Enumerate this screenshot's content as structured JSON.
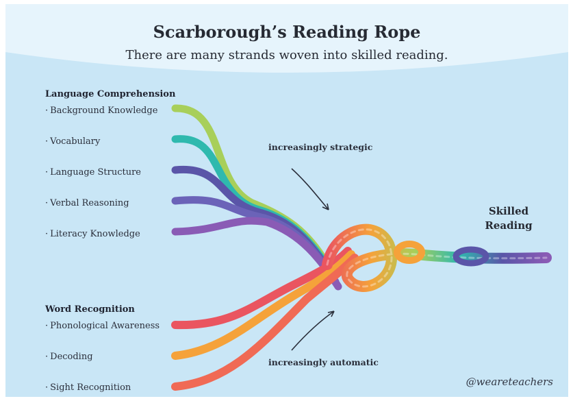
{
  "title": "Scarborough’s Reading Rope",
  "subtitle": "There are many strands woven into skilled reading.",
  "language_comprehension": {
    "heading": "Language Comprehension",
    "items": [
      "Background Knowledge",
      "Vocabulary",
      "Language Structure",
      "Verbal Reasoning",
      "Literacy Knowledge"
    ]
  },
  "word_recognition": {
    "heading": "Word Recognition",
    "items": [
      "Phonological Awareness",
      "Decoding",
      "Sight Recognition"
    ]
  },
  "annotations": {
    "strategic": "increasingly strategic",
    "automatic": "increasingly automatic"
  },
  "outcome": {
    "line1": "Skilled",
    "line2": "Reading"
  },
  "credit": "@weareteachers",
  "colors": {
    "background": "#c9e6f6",
    "header_band": "#e6f4fc",
    "upper_strands": [
      "#a8cf5a",
      "#2fb9ae",
      "#5a55a8",
      "#6b63b8",
      "#8a5bb5"
    ],
    "lower_strands": [
      "#ea5560",
      "#f5a23a",
      "#f06a55"
    ]
  }
}
